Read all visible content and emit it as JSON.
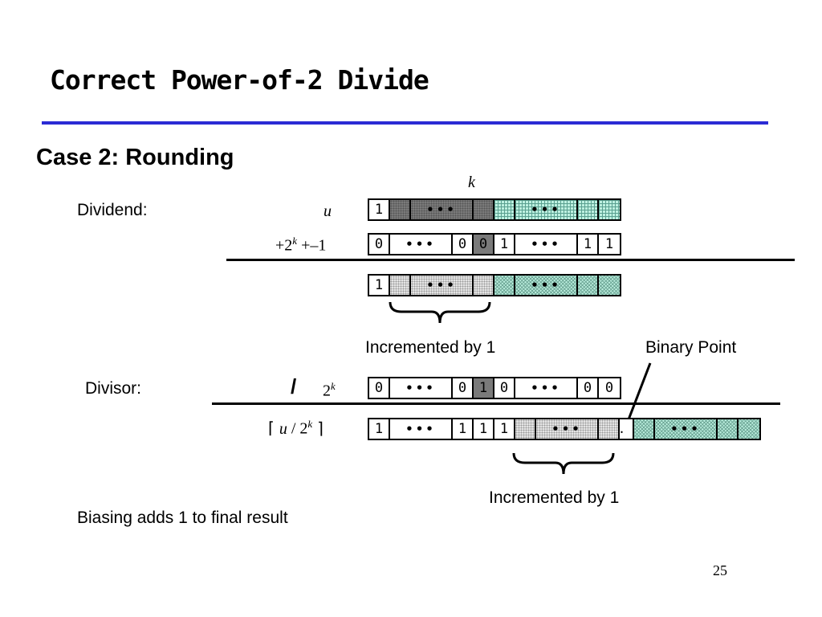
{
  "slide": {
    "title": "Correct Power-of-2 Divide",
    "subtitle": "Case 2: Rounding",
    "page_number": "25"
  },
  "labels": {
    "k": "k",
    "dividend": "Dividend:",
    "u": "u",
    "bias_prefix": "+2",
    "bias_exp": "k",
    "bias_suffix": " +–1",
    "incremented1": "Incremented by 1",
    "binary_point": "Binary Point",
    "divisor": "Divisor:",
    "slash": "/",
    "two": "2",
    "two_exp": "k",
    "ceil_open": "⌈",
    "ceil_u": "u",
    "ceil_mid": " / 2",
    "ceil_exp": "k",
    "ceil_close": "⌉",
    "incremented2": "Incremented by 1",
    "note": "Biasing adds 1 to final result"
  },
  "bits": {
    "dividend_row": [
      "1",
      "",
      "•••",
      "",
      "",
      "•••",
      "",
      ""
    ],
    "bias_row": [
      "0",
      "•••",
      "0",
      "0",
      "1",
      "•••",
      "1",
      "1"
    ],
    "sum_row": [
      "1",
      "",
      "•••",
      "",
      "",
      "•••",
      "",
      ""
    ],
    "divisor_row": [
      "0",
      "•••",
      "0",
      "1",
      "0",
      "•••",
      "0",
      "0"
    ],
    "result_row": [
      "1",
      "•••",
      "1",
      "1",
      "1",
      "",
      "•••",
      "",
      ".",
      "",
      "•••",
      "",
      ""
    ]
  }
}
